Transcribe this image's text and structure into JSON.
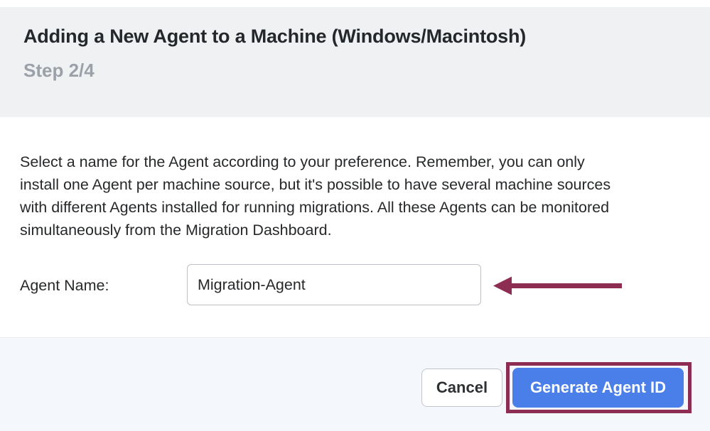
{
  "dialog": {
    "title": "Adding a New Agent to a Machine (Windows/Macintosh)",
    "step": "Step 2/4"
  },
  "body": {
    "description_lines": [
      "Select a name for the Agent according to your preference. Remember, you can only",
      "install one Agent per machine source, but it's possible to have several machine sources",
      "with different Agents installed for running migrations. All these Agents can be monitored",
      "simultaneously from the Migration Dashboard."
    ],
    "agent_name_label": "Agent Name:",
    "agent_name_value": "Migration-Agent"
  },
  "footer": {
    "cancel_label": "Cancel",
    "generate_label": "Generate Agent ID"
  },
  "annotations": {
    "arrow_icon": "left-arrow-icon",
    "arrow_color": "#8d2d52",
    "highlight_color": "#8d2d52"
  },
  "colors": {
    "header_bg": "#f0f1f2",
    "footer_bg": "#f4f7fc",
    "primary_button_bg": "#4a7ee9",
    "title_text": "#24272b",
    "step_text": "#9ba1a8",
    "body_text": "#26282a",
    "highlight_color": "#8d2d52"
  }
}
